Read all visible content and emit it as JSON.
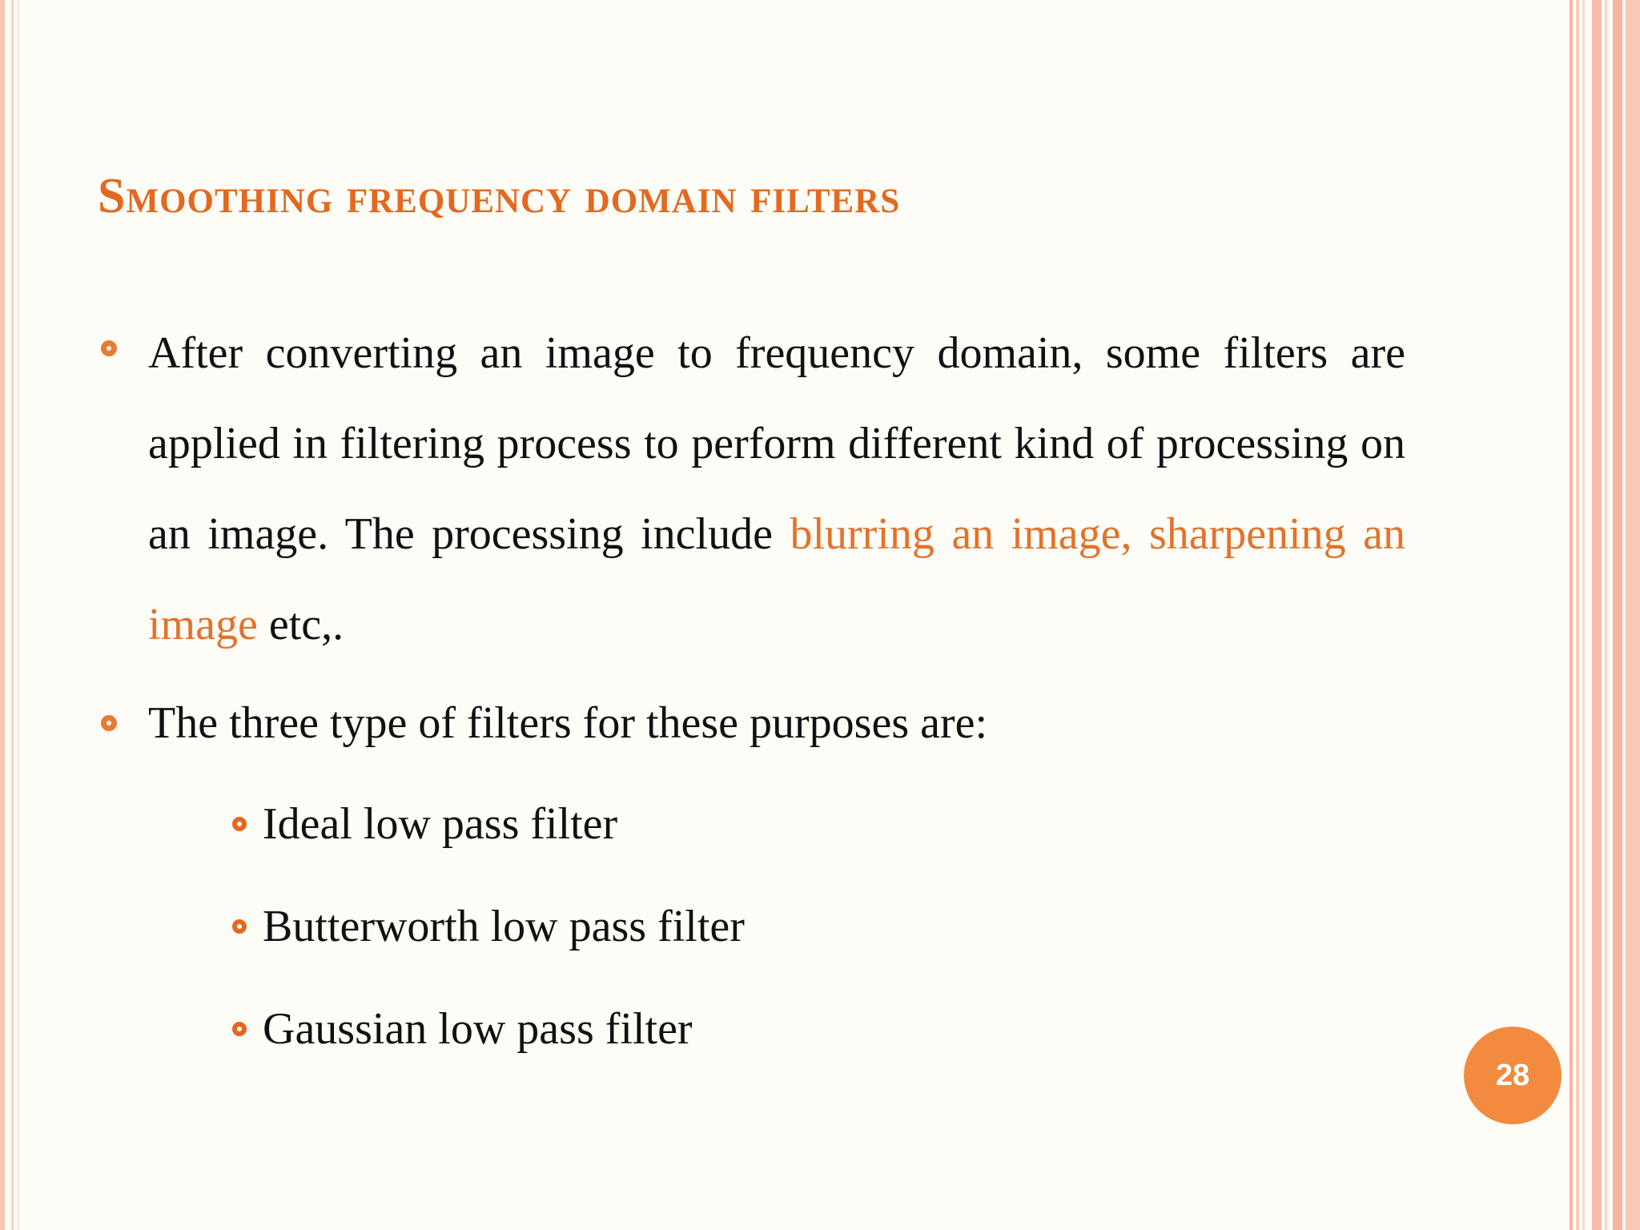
{
  "slide": {
    "title": "Smoothing frequency domain filters",
    "paragraph": {
      "text_before": "After converting an image to frequency domain, some filters are applied in filtering process to perform different kind of processing on an image. The processing include ",
      "highlight": "blurring an image, sharpening an image",
      "text_after": " etc,."
    },
    "bullet2": "The three  type of filters for these purposes are:",
    "sub_items": [
      "Ideal low pass filter",
      "Butterworth low pass filter",
      "Gaussian low pass filter"
    ],
    "page_number": "28"
  },
  "colors": {
    "accent": "#e2691f",
    "highlight_text": "#e2732b",
    "badge": "#f28a3f",
    "background": "#fefcf6"
  },
  "icons": {
    "bullet": "ring-bullet-icon"
  }
}
